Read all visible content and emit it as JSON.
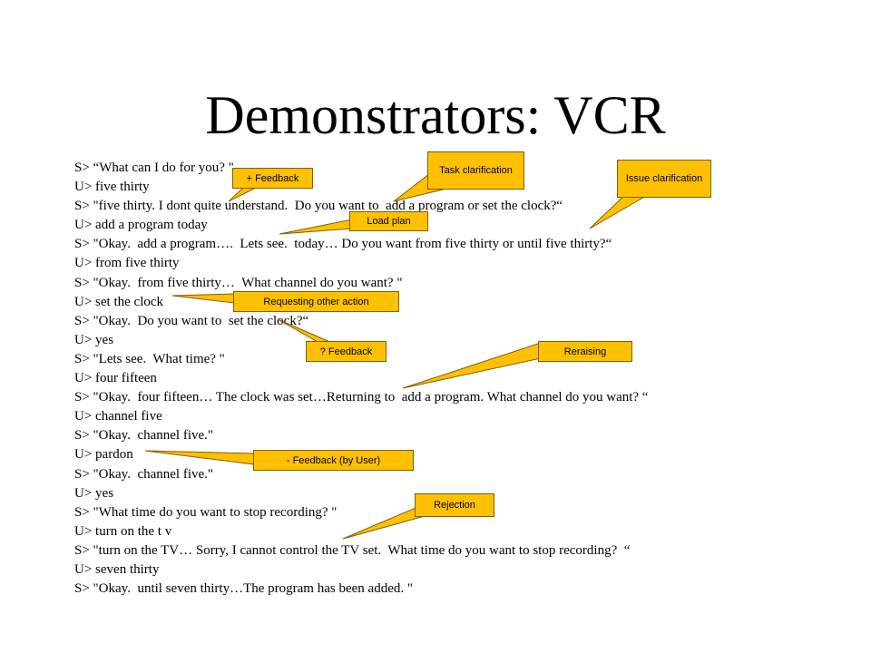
{
  "slide": {
    "title": "Demonstrators: VCR"
  },
  "dialog": [
    "S> “What can I do for you? \"",
    "U> five thirty",
    "S> \"five thirty. I dont quite understand.  Do you want to  add a program or set the clock?“",
    "U> add a program today",
    "S> \"Okay.  add a program….  Lets see.  today… Do you want from five thirty or until five thirty?“",
    "U> from five thirty",
    "S> \"Okay.  from five thirty…  What channel do you want? \"",
    "U> set the clock",
    "S> \"Okay.  Do you want to  set the clock?“",
    "U> yes",
    "S> \"Lets see.  What time? \"",
    "U> four fifteen",
    "S> \"Okay.  four fifteen… The clock was set…Returning to  add a program. What channel do you want? “",
    "U> channel five",
    "S> \"Okay.  channel five.\"",
    "U> pardon",
    "S> \"Okay.  channel five.\"",
    "U> yes",
    "S> \"What time do you want to stop recording? \"",
    "U> turn on the t v",
    "S> \"turn on the TV… Sorry, I cannot control the TV set.  What time do you want to stop recording?  “",
    "U> seven thirty",
    "S> \"Okay.  until seven thirty…The program has been added. \""
  ],
  "callouts": {
    "plus_feedback": "+ Feedback",
    "task_clarification": "Task clarification",
    "issue_clarification": "Issue clarification",
    "load_plan": "Load plan",
    "requesting_other_action": "Requesting other action",
    "question_feedback": "? Feedback",
    "reraising": "Reraising",
    "minus_feedback_user": "-  Feedback (by User)",
    "rejection": "Rejection"
  },
  "colors": {
    "callout_fill": "#ffc000",
    "callout_border": "#7f5f00"
  }
}
